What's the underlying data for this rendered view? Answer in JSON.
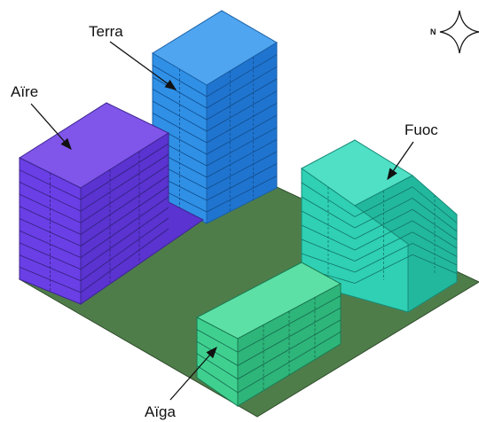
{
  "compass": {
    "north_label": "N",
    "icon": "compass-rose-icon"
  },
  "buildings": [
    {
      "id": "terra",
      "label": "Terra",
      "color": "#1e88e5"
    },
    {
      "id": "aire",
      "label": "Aïre",
      "color": "#6a3fe6"
    },
    {
      "id": "fuoc",
      "label": "Fuoc",
      "color": "#28d2b4"
    },
    {
      "id": "aiga",
      "label": "Aïga",
      "color": "#2ec48a"
    }
  ],
  "ground": {
    "color": "#4f7d4a"
  }
}
